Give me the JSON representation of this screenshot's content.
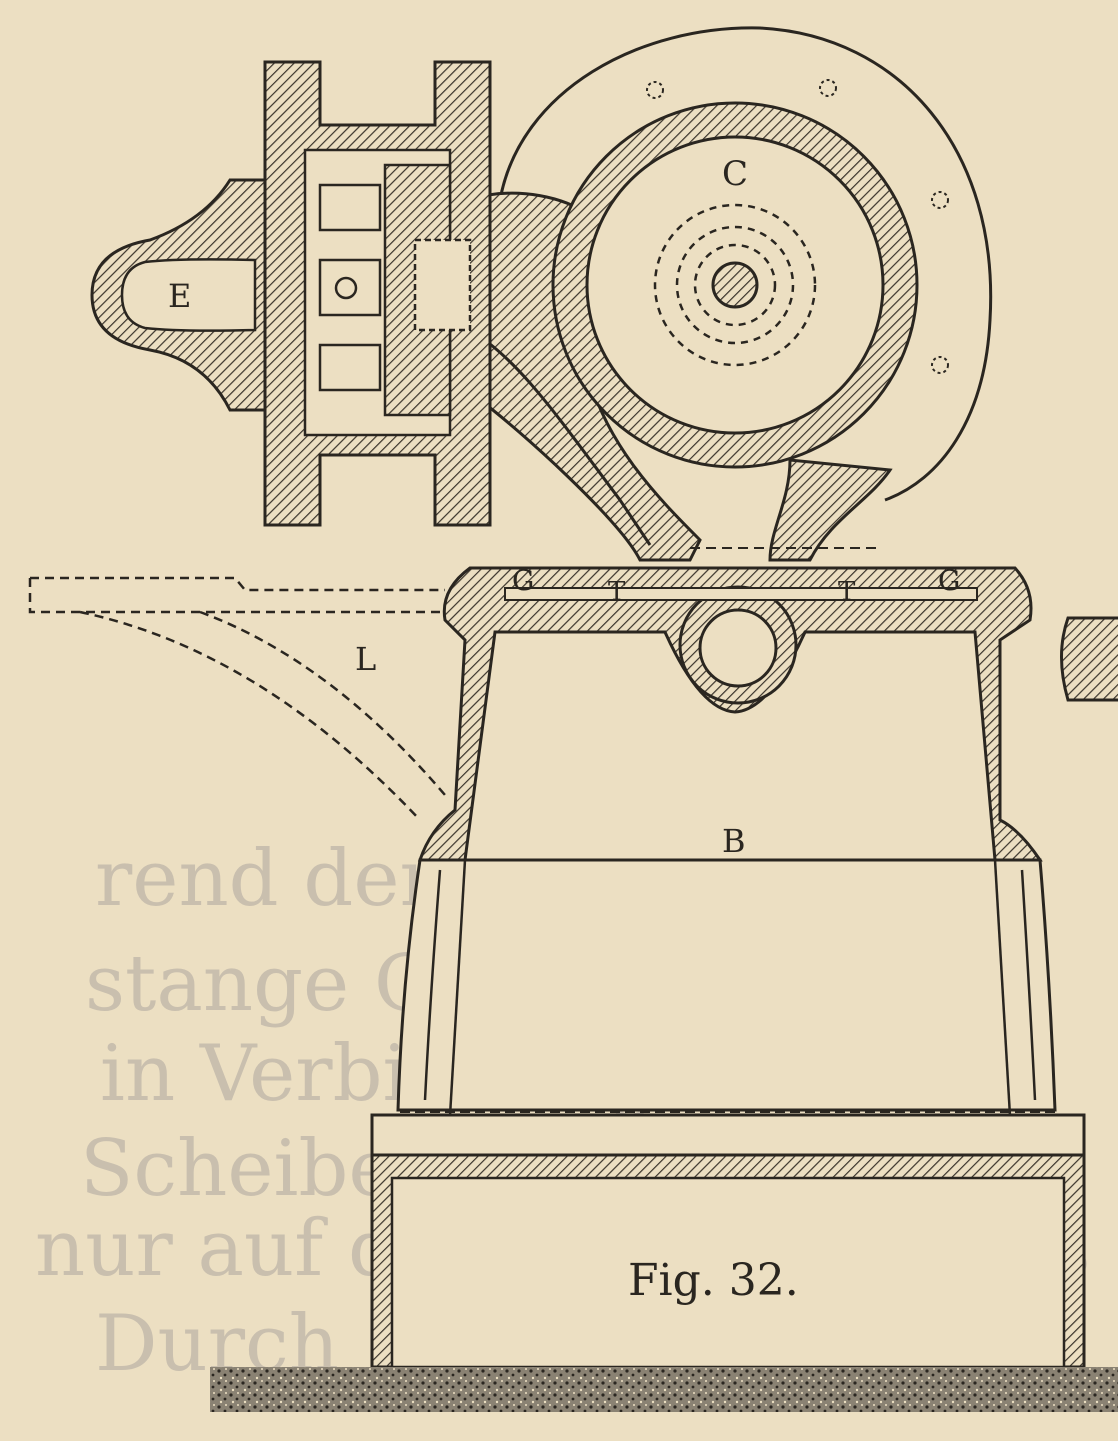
{
  "labels": {
    "c": "C",
    "e": "E",
    "g_left": "G",
    "g_right": "G",
    "t_left": "T",
    "t_right": "T",
    "l": "L",
    "b": "B"
  },
  "caption": "Fig. 32.",
  "bleed_text": [
    "rend der",
    "stange G mit der",
    "in Verbindung",
    "Scheiben",
    "nur auf die Oberfläche des",
    "Durch"
  ],
  "colors": {
    "paper": "#ecdfc2",
    "ink": "#2a2620",
    "hatch": "#3a342b",
    "bleed": "#c9bfae"
  }
}
